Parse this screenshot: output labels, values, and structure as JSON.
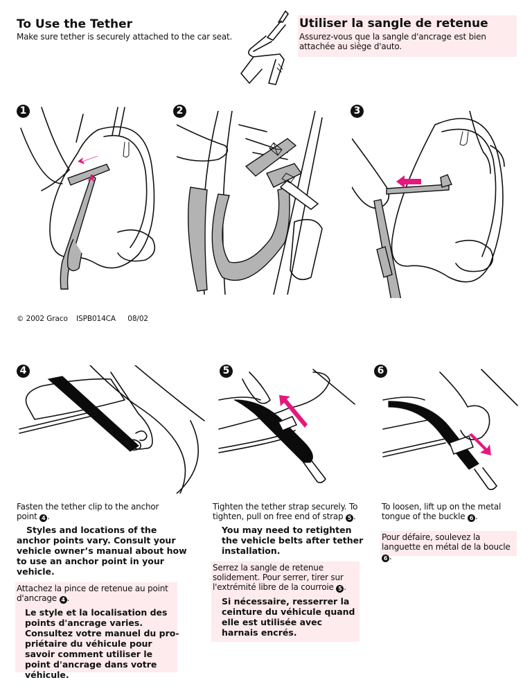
{
  "english": {
    "title": "To Use the Tether",
    "intro": "Make sure tether is securely attached to the car seat."
  },
  "french": {
    "title": "Utiliser la sangle de retenue",
    "intro": "Assurez-vous que la sangle d'ancrage est bien attachée au siège d'auto."
  },
  "steps_top": [
    {
      "number": "1",
      "illustration": "hand-threading-tether-through-seat-with-arrows"
    },
    {
      "number": "2",
      "illustration": "hand-holding-tether-strap-loop"
    },
    {
      "number": "3",
      "illustration": "hand-pulling-tether-strap-out"
    }
  ],
  "footer": {
    "copyright": "© 2002 Graco",
    "part_number": "ISPB014CA",
    "date": "08/02"
  },
  "steps_bottom": [
    {
      "number": "4",
      "illustration": "hand-attaching-tether-clip-to-anchor",
      "english_text": "Fasten the tether clip to the anchor point",
      "english_ref": "4",
      "english_note": "Styles and locations of the anchor points vary. Consult your vehicle owner’s manual about how to use an anchor point in your vehicle.",
      "french_text": "Attachez la pince de retenue au point d'ancrage",
      "french_ref": "4",
      "french_note": "Le style et la localisation des points d'ancrage varies. Consultez votre manuel du pro-priétaire du véhicule pour savoir comment utiliser le point d'ancrage dans votre véhicule."
    },
    {
      "number": "5",
      "illustration": "hand-pulling-free-end-of-strap",
      "english_text": "Tighten the tether strap securely. To tighten, pull on free end of strap",
      "english_ref": "5",
      "english_note": "You may need to retighten the vehicle belts after tether installation.",
      "french_text": "Serrez la sangle de retenue solidement. Pour serrer, tirer sur l'extrémité libre de la courroie",
      "french_ref": "5",
      "french_note": "Si nécessaire, resserrer la ceinture du véhicule quand elle est utilisée avec harnais encrés."
    },
    {
      "number": "6",
      "illustration": "hand-lifting-buckle-tongue",
      "english_text": "To loosen, lift up on the metal tongue of the buckle",
      "english_ref": "6",
      "french_text": "Pour défaire, soulevez la languette en métal de la boucle",
      "french_ref": "6"
    }
  ],
  "colors": {
    "arrow": "#e5177e",
    "french_background": "#fdebee",
    "strap_grey": "#b3b3b3",
    "strap_black": "#0b0b0b"
  }
}
